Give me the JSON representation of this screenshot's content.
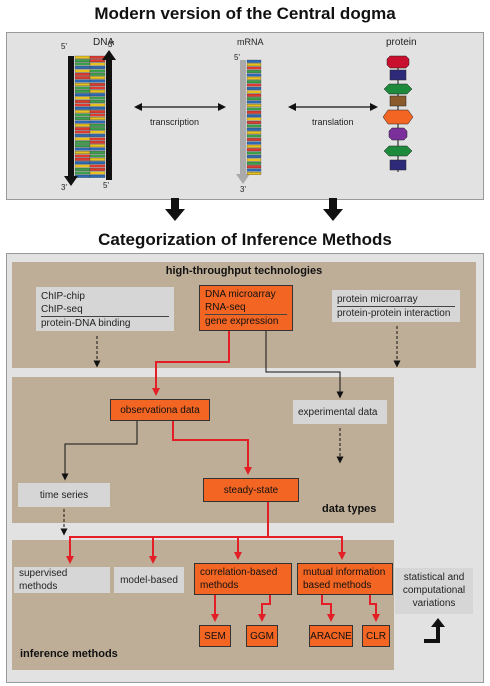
{
  "titles": {
    "top": "Modern version of the Central dogma",
    "bottom": "Categorization of Inference Methods"
  },
  "dogma": {
    "dna_label": "DNA",
    "mrna_label": "mRNA",
    "protein_label": "protein",
    "prime5": "5'",
    "prime3": "3'",
    "transcription": "transcription",
    "translation": "translation"
  },
  "sections": {
    "high_throughput": "high-throughput  technologies",
    "data_types": "data types",
    "inference_methods": "inference methods"
  },
  "tech": {
    "chip": [
      "ChIP-chip",
      "ChIP-seq",
      "protein-DNA binding"
    ],
    "dna": [
      "DNA microarray",
      "RNA-seq",
      "gene expression"
    ],
    "protein": [
      "protein microarray",
      "protein-protein interaction"
    ]
  },
  "data": {
    "observational": "observationa data",
    "experimental": "experimental data",
    "time_series": "time series",
    "steady_state": "steady-state"
  },
  "methods": {
    "supervised": "supervised methods",
    "model_based": "model-based",
    "correlation": [
      "correlation-based",
      "methods"
    ],
    "mutual_info": [
      "mutual information",
      "based methods"
    ],
    "sem": "SEM",
    "ggm": "GGM",
    "aracne": "ARACNE",
    "clr": "CLR",
    "statistical": [
      "statistical and",
      "computational",
      "variations"
    ]
  },
  "colors": {
    "panel": "#e2e2e2",
    "tan": "#bfae97",
    "orange": "#f26522",
    "red_arrow": "#e41e26"
  }
}
